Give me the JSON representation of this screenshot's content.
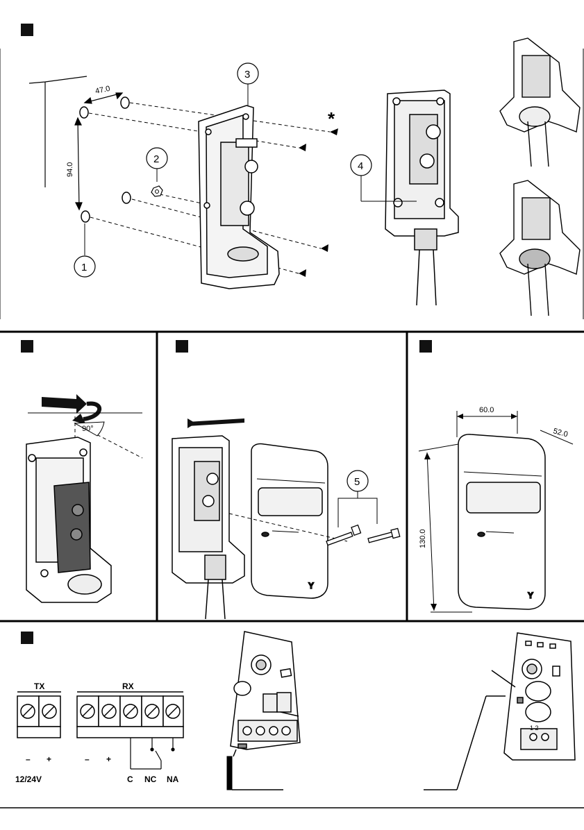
{
  "sections": {
    "mounting": {
      "callouts": [
        "1",
        "2",
        "3",
        "4"
      ],
      "dim_width": "47.0",
      "dim_height": "94.0",
      "star": "*"
    },
    "rotation": {
      "angle_label": "90°"
    },
    "cover": {
      "callout": "5"
    },
    "dimensions": {
      "width": "60.0",
      "depth": "52.0",
      "height": "130.0"
    },
    "wiring": {
      "tx_label": "TX",
      "rx_label": "RX",
      "tx_polarity": [
        "–",
        "+"
      ],
      "rx_polarity": [
        "–",
        "+"
      ],
      "supply_label": "12/24V",
      "contact_labels": [
        "C",
        "NC",
        "NA"
      ],
      "pcb_right_terminal_label": "1 2"
    }
  }
}
